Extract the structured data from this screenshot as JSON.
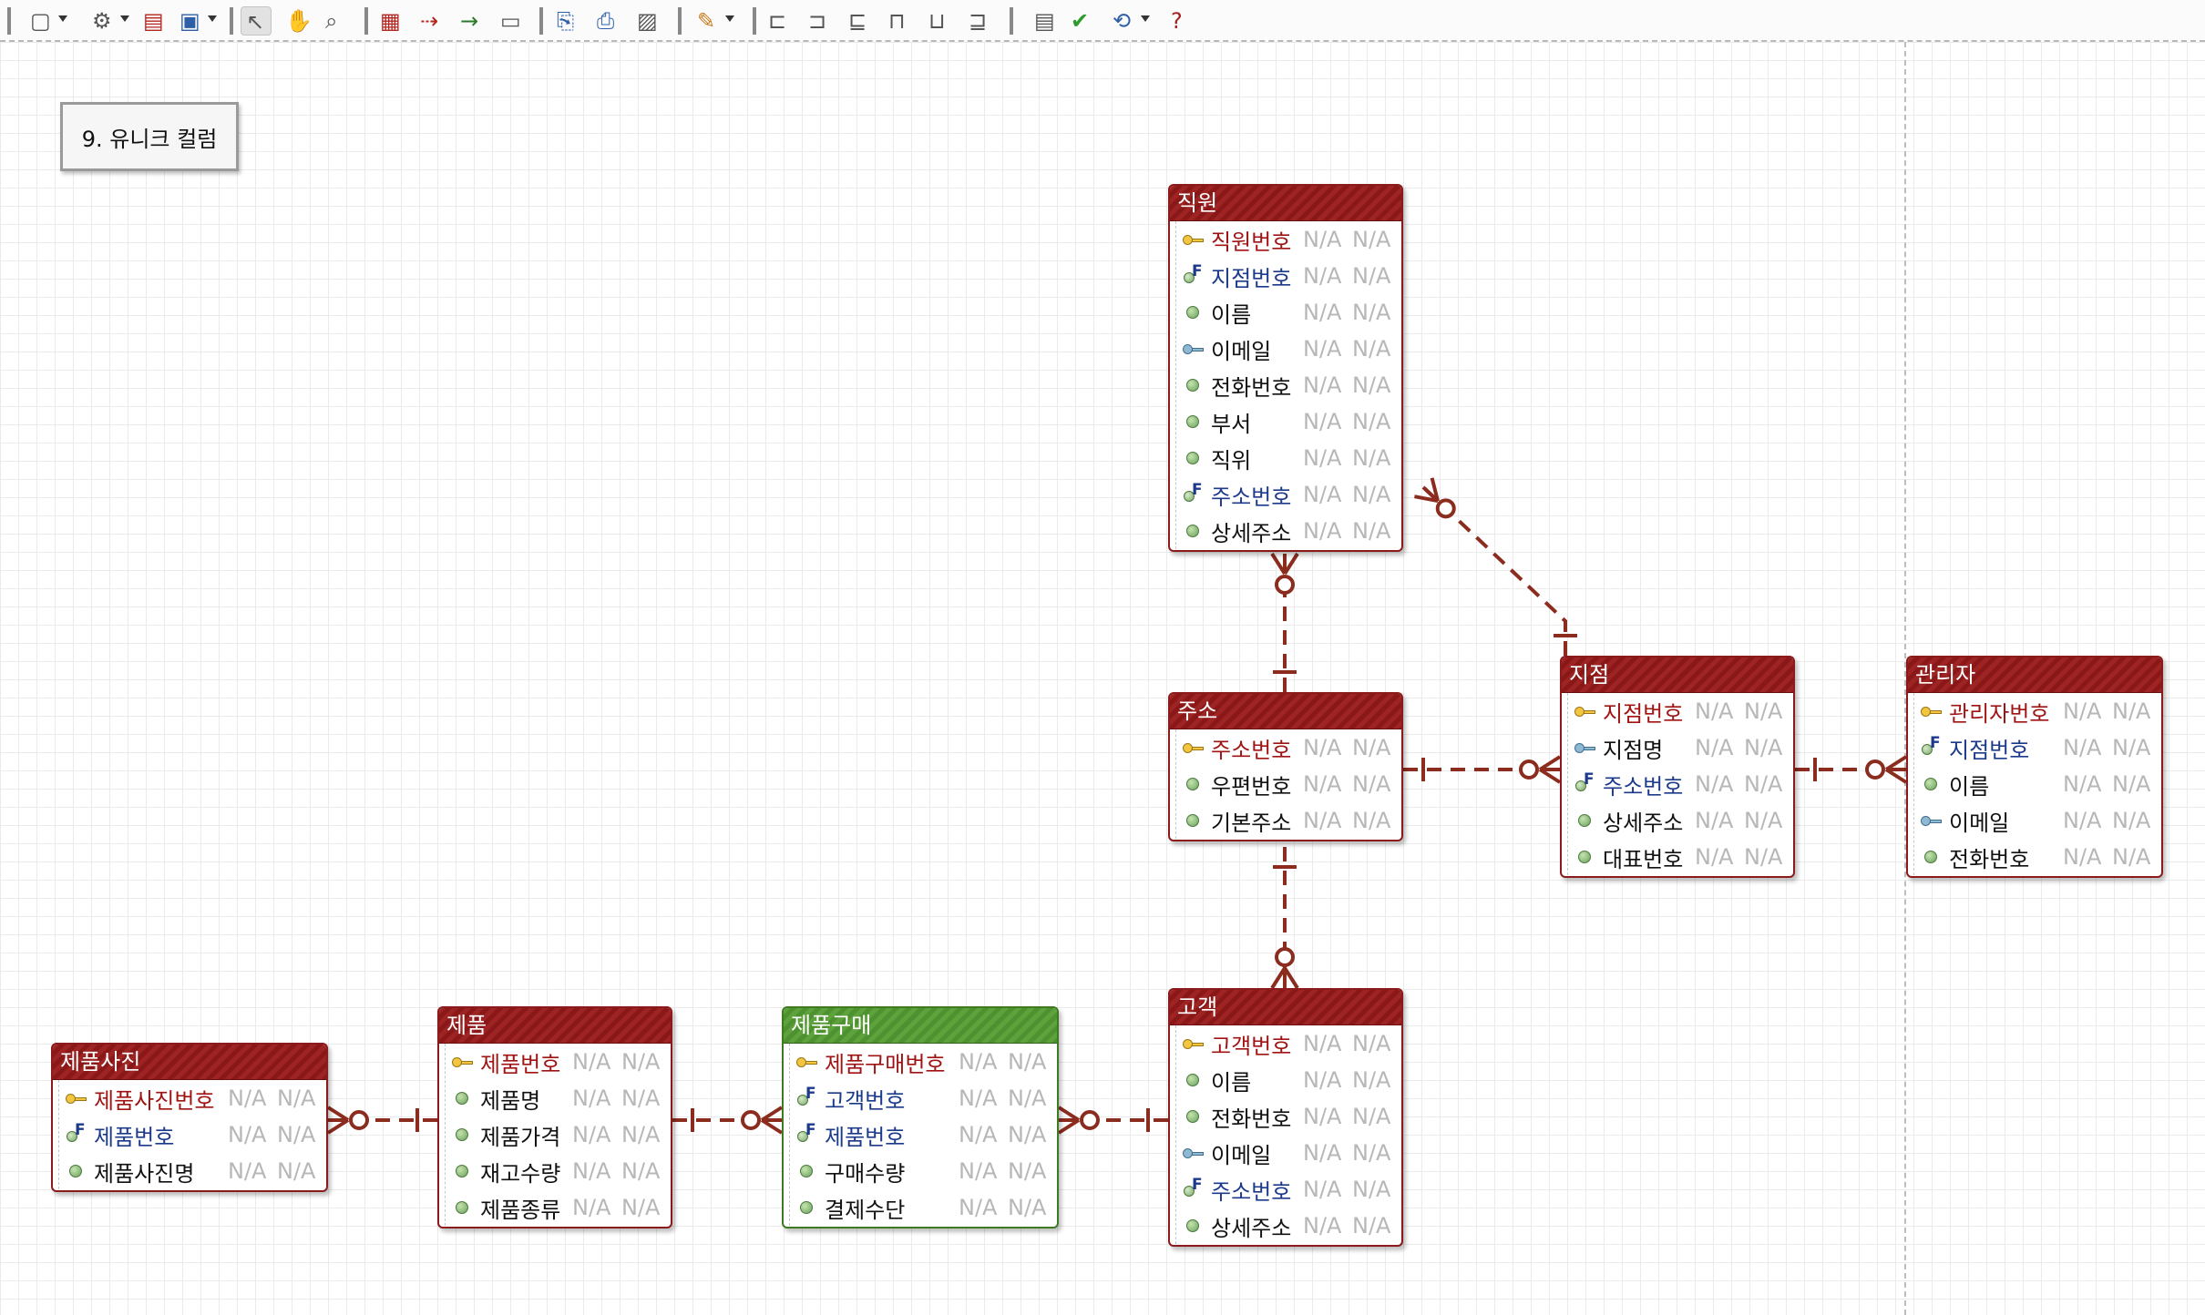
{
  "note": {
    "text": "9. 유니크 컬럼"
  },
  "colors": {
    "entity_header": "#9e2424",
    "entity_header_green": "#5da23b",
    "relation": "#8b2c1f"
  },
  "toolbar": {
    "buttons": [
      {
        "name": "layout-icon",
        "dropdown": true
      },
      {
        "name": "stamp-icon",
        "dropdown": true
      },
      {
        "name": "db-table-icon",
        "dropdown": false
      },
      {
        "name": "page-icon",
        "dropdown": true
      },
      {
        "name": "pointer-icon",
        "dropdown": false,
        "active": true
      },
      {
        "name": "hand-icon",
        "dropdown": false
      },
      {
        "name": "zoom-icon",
        "dropdown": false
      },
      {
        "name": "new-entity-icon",
        "dropdown": false
      },
      {
        "name": "non-identifying-relation-icon",
        "dropdown": false
      },
      {
        "name": "identifying-relation-icon",
        "dropdown": false
      },
      {
        "name": "comment-icon",
        "dropdown": false
      },
      {
        "name": "copy-icon",
        "dropdown": false
      },
      {
        "name": "print-icon",
        "dropdown": false
      },
      {
        "name": "image-export-icon",
        "dropdown": false
      },
      {
        "name": "palette-icon",
        "dropdown": true
      },
      {
        "name": "align-left-icon",
        "dropdown": false
      },
      {
        "name": "align-center-icon",
        "dropdown": false
      },
      {
        "name": "align-right-icon",
        "dropdown": false
      },
      {
        "name": "align-top-icon",
        "dropdown": false
      },
      {
        "name": "align-middle-icon",
        "dropdown": false
      },
      {
        "name": "align-bottom-icon",
        "dropdown": false
      },
      {
        "name": "report-icon",
        "dropdown": false
      },
      {
        "name": "validate-icon",
        "dropdown": false
      },
      {
        "name": "sync-icon",
        "dropdown": true
      },
      {
        "name": "help-icon",
        "dropdown": false
      }
    ]
  },
  "entities": [
    {
      "id": "employee",
      "name": "직원",
      "color": "red",
      "columns": [
        {
          "name": "직원번호",
          "type": "pk",
          "c1": "N/A",
          "c2": "N/A"
        },
        {
          "name": "지점번호",
          "type": "fk",
          "c1": "N/A",
          "c2": "N/A"
        },
        {
          "name": "이름",
          "type": "col",
          "c1": "N/A",
          "c2": "N/A"
        },
        {
          "name": "이메일",
          "type": "uk",
          "c1": "N/A",
          "c2": "N/A"
        },
        {
          "name": "전화번호",
          "type": "col",
          "c1": "N/A",
          "c2": "N/A"
        },
        {
          "name": "부서",
          "type": "col",
          "c1": "N/A",
          "c2": "N/A"
        },
        {
          "name": "직위",
          "type": "col",
          "c1": "N/A",
          "c2": "N/A"
        },
        {
          "name": "주소번호",
          "type": "fk",
          "c1": "N/A",
          "c2": "N/A"
        },
        {
          "name": "상세주소",
          "type": "col",
          "c1": "N/A",
          "c2": "N/A"
        }
      ]
    },
    {
      "id": "address",
      "name": "주소",
      "color": "red",
      "columns": [
        {
          "name": "주소번호",
          "type": "pk",
          "c1": "N/A",
          "c2": "N/A"
        },
        {
          "name": "우편번호",
          "type": "col",
          "c1": "N/A",
          "c2": "N/A"
        },
        {
          "name": "기본주소",
          "type": "col",
          "c1": "N/A",
          "c2": "N/A"
        }
      ]
    },
    {
      "id": "branch",
      "name": "지점",
      "color": "red",
      "columns": [
        {
          "name": "지점번호",
          "type": "pk",
          "c1": "N/A",
          "c2": "N/A"
        },
        {
          "name": "지점명",
          "type": "uk",
          "c1": "N/A",
          "c2": "N/A"
        },
        {
          "name": "주소번호",
          "type": "fk",
          "c1": "N/A",
          "c2": "N/A"
        },
        {
          "name": "상세주소",
          "type": "col",
          "c1": "N/A",
          "c2": "N/A"
        },
        {
          "name": "대표번호",
          "type": "col",
          "c1": "N/A",
          "c2": "N/A"
        }
      ]
    },
    {
      "id": "manager",
      "name": "관리자",
      "color": "red",
      "columns": [
        {
          "name": "관리자번호",
          "type": "pk",
          "c1": "N/A",
          "c2": "N/A"
        },
        {
          "name": "지점번호",
          "type": "fk",
          "c1": "N/A",
          "c2": "N/A"
        },
        {
          "name": "이름",
          "type": "col",
          "c1": "N/A",
          "c2": "N/A"
        },
        {
          "name": "이메일",
          "type": "uk",
          "c1": "N/A",
          "c2": "N/A"
        },
        {
          "name": "전화번호",
          "type": "col",
          "c1": "N/A",
          "c2": "N/A"
        }
      ]
    },
    {
      "id": "product_photo",
      "name": "제품사진",
      "color": "red",
      "columns": [
        {
          "name": "제품사진번호",
          "type": "pk",
          "c1": "N/A",
          "c2": "N/A"
        },
        {
          "name": "제품번호",
          "type": "fk",
          "c1": "N/A",
          "c2": "N/A"
        },
        {
          "name": "제품사진명",
          "type": "col",
          "c1": "N/A",
          "c2": "N/A"
        }
      ]
    },
    {
      "id": "product",
      "name": "제품",
      "color": "red",
      "columns": [
        {
          "name": "제품번호",
          "type": "pk",
          "c1": "N/A",
          "c2": "N/A"
        },
        {
          "name": "제품명",
          "type": "col",
          "c1": "N/A",
          "c2": "N/A"
        },
        {
          "name": "제품가격",
          "type": "col",
          "c1": "N/A",
          "c2": "N/A"
        },
        {
          "name": "재고수량",
          "type": "col",
          "c1": "N/A",
          "c2": "N/A"
        },
        {
          "name": "제품종류",
          "type": "col",
          "c1": "N/A",
          "c2": "N/A"
        }
      ]
    },
    {
      "id": "purchase",
      "name": "제품구매",
      "color": "green",
      "columns": [
        {
          "name": "제품구매번호",
          "type": "pk",
          "c1": "N/A",
          "c2": "N/A"
        },
        {
          "name": "고객번호",
          "type": "fk",
          "c1": "N/A",
          "c2": "N/A"
        },
        {
          "name": "제품번호",
          "type": "fk",
          "c1": "N/A",
          "c2": "N/A"
        },
        {
          "name": "구매수량",
          "type": "col",
          "c1": "N/A",
          "c2": "N/A"
        },
        {
          "name": "결제수단",
          "type": "col",
          "c1": "N/A",
          "c2": "N/A"
        }
      ]
    },
    {
      "id": "customer",
      "name": "고객",
      "color": "red",
      "columns": [
        {
          "name": "고객번호",
          "type": "pk",
          "c1": "N/A",
          "c2": "N/A"
        },
        {
          "name": "이름",
          "type": "col",
          "c1": "N/A",
          "c2": "N/A"
        },
        {
          "name": "전화번호",
          "type": "col",
          "c1": "N/A",
          "c2": "N/A"
        },
        {
          "name": "이메일",
          "type": "uk",
          "c1": "N/A",
          "c2": "N/A"
        },
        {
          "name": "주소번호",
          "type": "fk",
          "c1": "N/A",
          "c2": "N/A"
        },
        {
          "name": "상세주소",
          "type": "col",
          "c1": "N/A",
          "c2": "N/A"
        }
      ]
    }
  ],
  "relations": [
    {
      "from": "address",
      "to": "employee",
      "cardinality": "one-to-zero-or-many"
    },
    {
      "from": "branch",
      "to": "employee",
      "cardinality": "one-to-zero-or-many"
    },
    {
      "from": "address",
      "to": "branch",
      "cardinality": "one-to-zero-or-many"
    },
    {
      "from": "branch",
      "to": "manager",
      "cardinality": "one-to-zero-or-many"
    },
    {
      "from": "address",
      "to": "customer",
      "cardinality": "one-to-zero-or-many"
    },
    {
      "from": "product",
      "to": "product_photo",
      "cardinality": "one-to-zero-or-many"
    },
    {
      "from": "product",
      "to": "purchase",
      "cardinality": "one-to-zero-or-many"
    },
    {
      "from": "customer",
      "to": "purchase",
      "cardinality": "one-to-zero-or-many"
    }
  ]
}
